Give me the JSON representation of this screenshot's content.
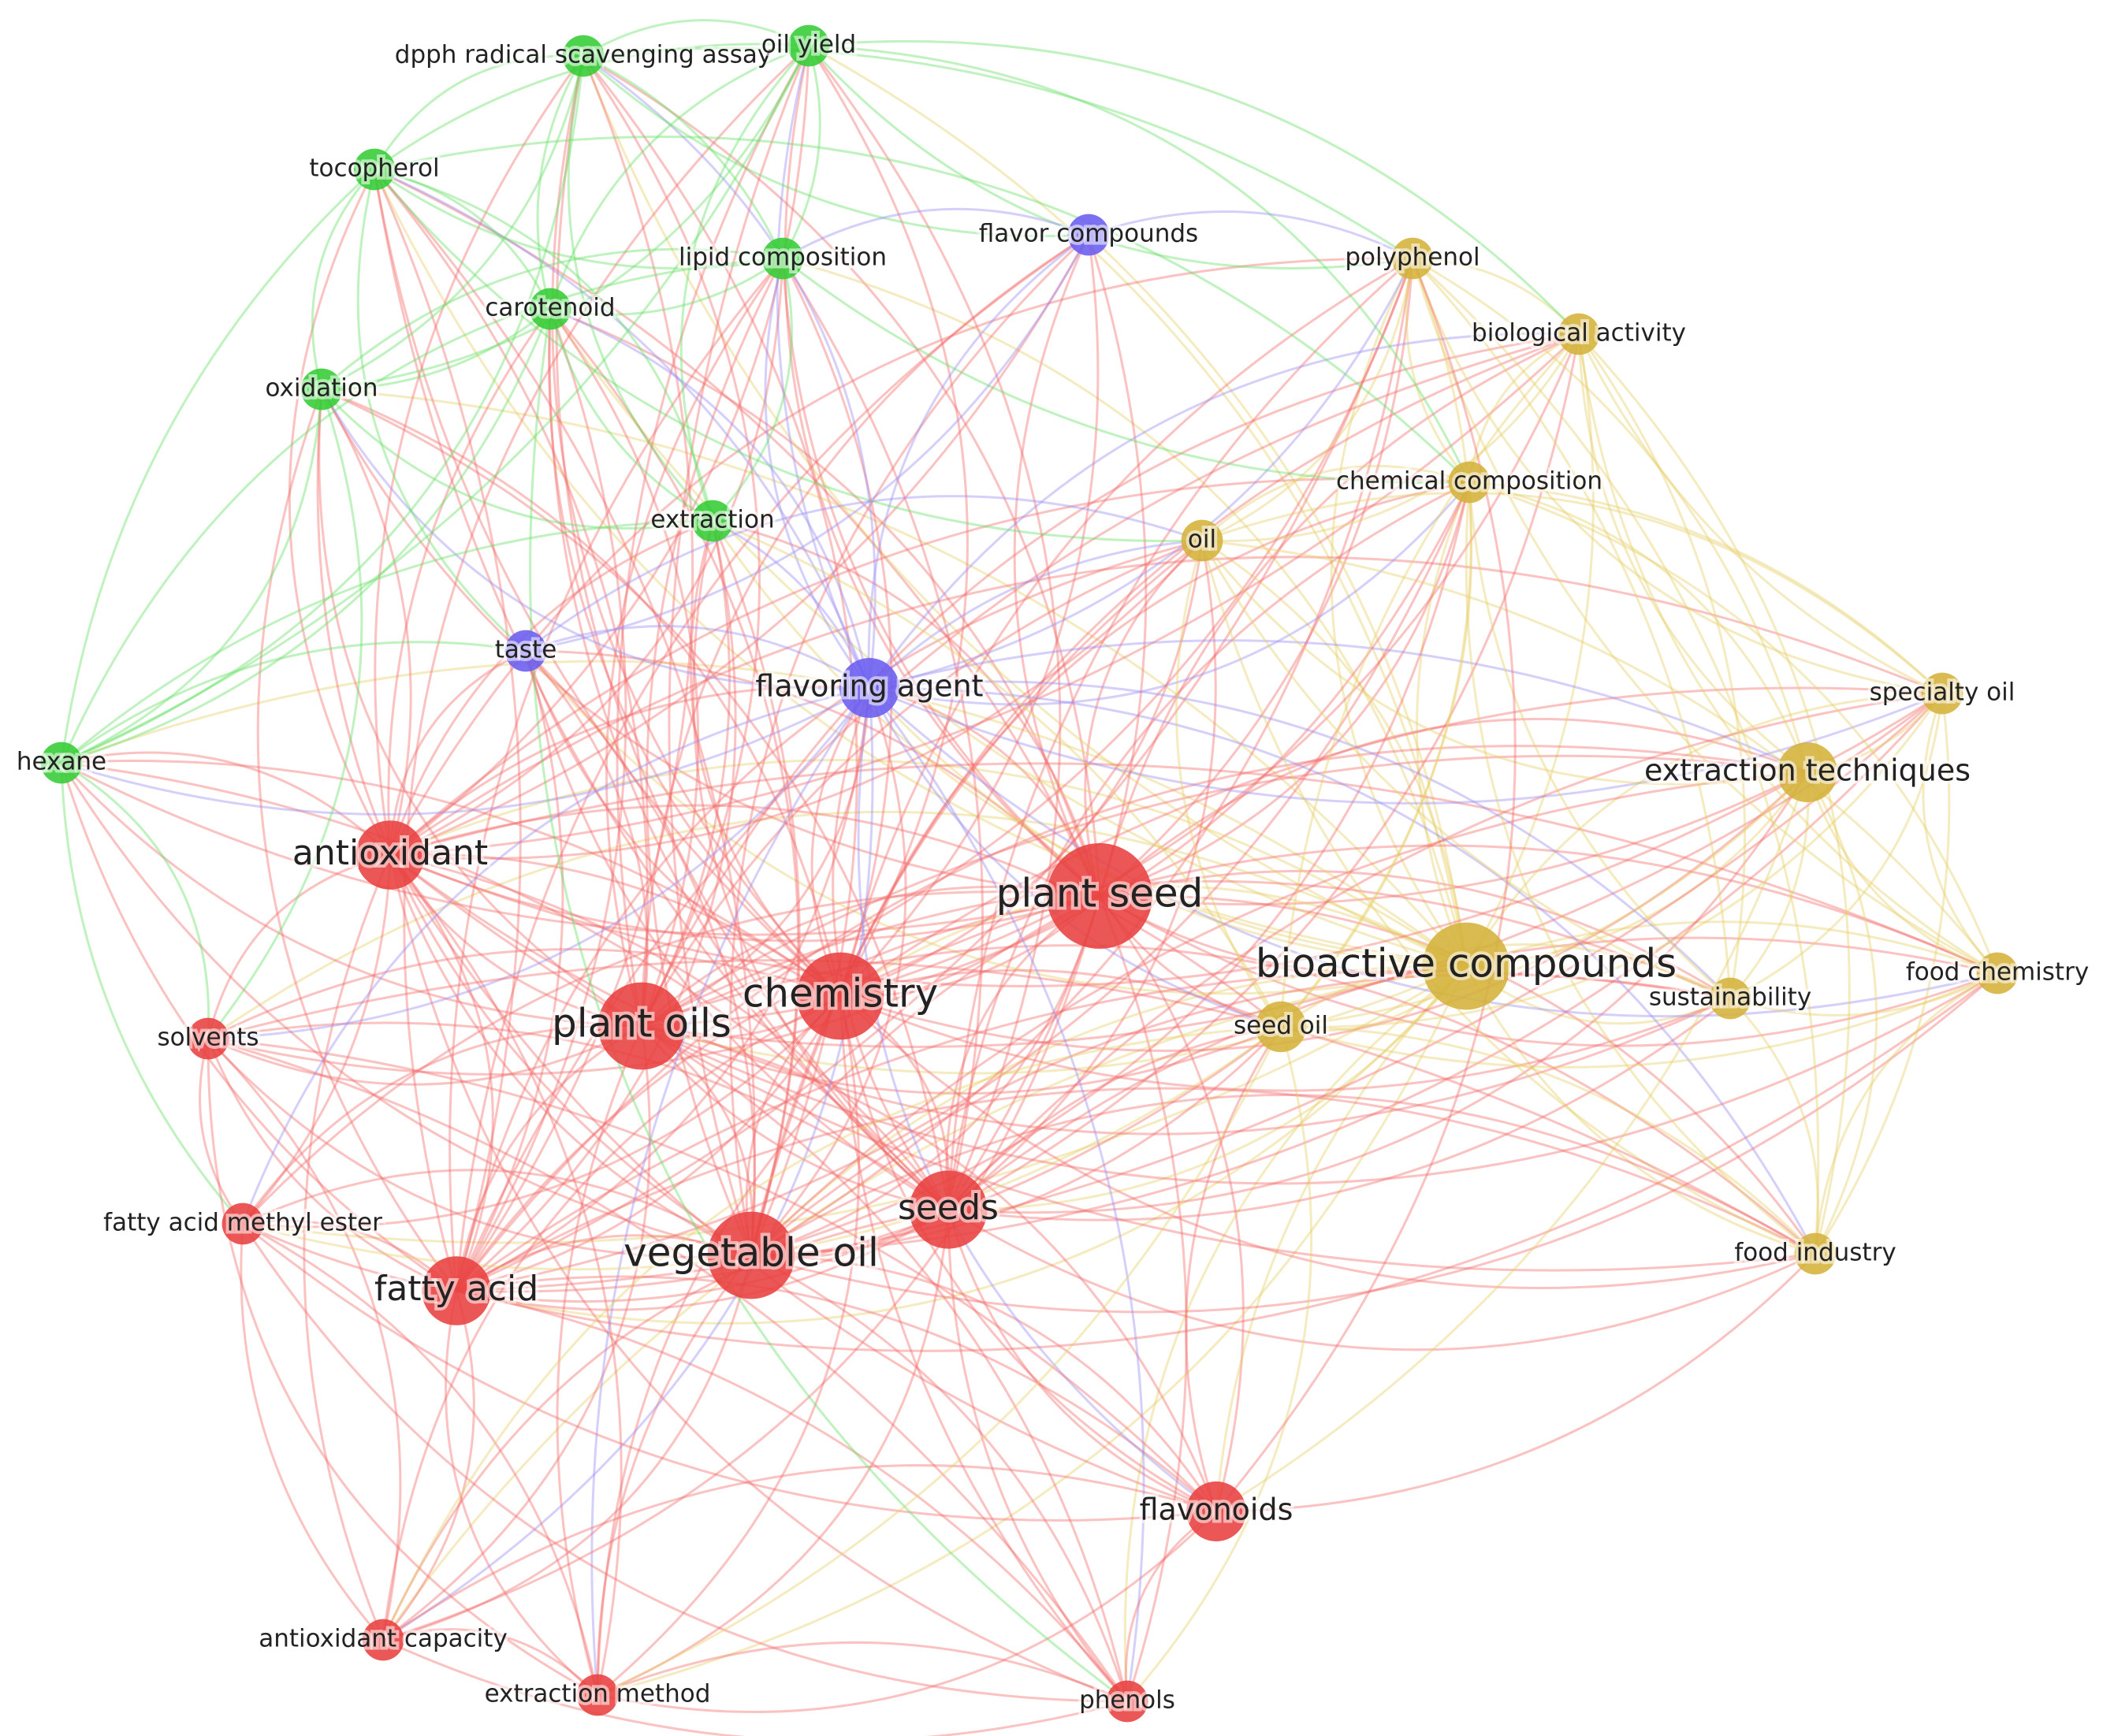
{
  "clusters": {
    "red": {
      "color": "#e8403f",
      "edge": "#f26d6b"
    },
    "green": {
      "color": "#33cc33",
      "edge": "#66e066"
    },
    "blue": {
      "color": "#6a5cf0",
      "edge": "#9a8ff2"
    },
    "yellow": {
      "color": "#d4b23a",
      "edge": "#e8cf6a"
    }
  },
  "nodes": [
    {
      "id": "plant-seed",
      "label": "plant seed",
      "cluster": "red",
      "weight": 10
    },
    {
      "id": "bioactive-compounds",
      "label": "bioactive compounds",
      "cluster": "yellow",
      "weight": 8
    },
    {
      "id": "chemistry",
      "label": "chemistry",
      "cluster": "red",
      "weight": 8
    },
    {
      "id": "plant-oils",
      "label": "plant oils",
      "cluster": "red",
      "weight": 8
    },
    {
      "id": "vegetable-oil",
      "label": "vegetable oil",
      "cluster": "red",
      "weight": 8
    },
    {
      "id": "seeds",
      "label": "seeds",
      "cluster": "red",
      "weight": 7
    },
    {
      "id": "antioxidant",
      "label": "antioxidant",
      "cluster": "red",
      "weight": 6
    },
    {
      "id": "fatty-acid",
      "label": "fatty acid",
      "cluster": "red",
      "weight": 6
    },
    {
      "id": "flavonoids",
      "label": "flavonoids",
      "cluster": "red",
      "weight": 5
    },
    {
      "id": "flavoring-agent",
      "label": "flavoring agent",
      "cluster": "blue",
      "weight": 5
    },
    {
      "id": "extraction-techniques",
      "label": "extraction techniques",
      "cluster": "yellow",
      "weight": 5
    },
    {
      "id": "seed-oil",
      "label": "seed oil",
      "cluster": "yellow",
      "weight": 4
    },
    {
      "id": "solvents",
      "label": "solvents",
      "cluster": "red",
      "weight": 3
    },
    {
      "id": "fatty-acid-methyl-ester",
      "label": "fatty acid methyl ester",
      "cluster": "red",
      "weight": 3
    },
    {
      "id": "antioxidant-capacity",
      "label": "antioxidant capacity",
      "cluster": "red",
      "weight": 3
    },
    {
      "id": "extraction-method",
      "label": "extraction method",
      "cluster": "red",
      "weight": 3
    },
    {
      "id": "phenols",
      "label": "phenols",
      "cluster": "red",
      "weight": 3
    },
    {
      "id": "taste",
      "label": "taste",
      "cluster": "blue",
      "weight": 3
    },
    {
      "id": "flavor-compounds",
      "label": "flavor compounds",
      "cluster": "blue",
      "weight": 3
    },
    {
      "id": "dpph",
      "label": "dpph radical scavenging assay",
      "cluster": "green",
      "weight": 3
    },
    {
      "id": "oil-yield",
      "label": "oil yield",
      "cluster": "green",
      "weight": 3
    },
    {
      "id": "tocopherol",
      "label": "tocopherol",
      "cluster": "green",
      "weight": 3
    },
    {
      "id": "lipid-composition",
      "label": "lipid composition",
      "cluster": "green",
      "weight": 3
    },
    {
      "id": "carotenoid",
      "label": "carotenoid",
      "cluster": "green",
      "weight": 3
    },
    {
      "id": "oxidation",
      "label": "oxidation",
      "cluster": "green",
      "weight": 3
    },
    {
      "id": "extraction",
      "label": "extraction",
      "cluster": "green",
      "weight": 3
    },
    {
      "id": "hexane",
      "label": "hexane",
      "cluster": "green",
      "weight": 3
    },
    {
      "id": "polyphenol",
      "label": "polyphenol",
      "cluster": "yellow",
      "weight": 3
    },
    {
      "id": "biological-activity",
      "label": "biological activity",
      "cluster": "yellow",
      "weight": 3
    },
    {
      "id": "chemical-composition",
      "label": "chemical composition",
      "cluster": "yellow",
      "weight": 3
    },
    {
      "id": "oil",
      "label": "oil",
      "cluster": "yellow",
      "weight": 3
    },
    {
      "id": "specialty-oil",
      "label": "specialty oil",
      "cluster": "yellow",
      "weight": 3
    },
    {
      "id": "sustainability",
      "label": "sustainability",
      "cluster": "yellow",
      "weight": 3
    },
    {
      "id": "food-chemistry",
      "label": "food chemistry",
      "cluster": "yellow",
      "weight": 3
    },
    {
      "id": "food-industry",
      "label": "food industry",
      "cluster": "yellow",
      "weight": 3
    }
  ]
}
